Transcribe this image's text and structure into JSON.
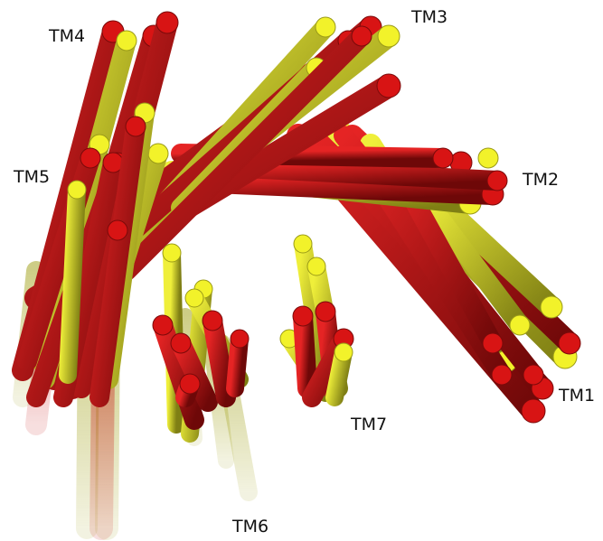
{
  "labels": {
    "tm1": "TM1",
    "tm2": "TM2",
    "tm3": "TM3",
    "tm4": "TM4",
    "tm5": "TM5",
    "tm6": "TM6",
    "tm7": "TM7"
  },
  "colors": {
    "background": "#ffffff",
    "helix_red": "#d81414",
    "helix_red_dark": "#7a0a0a",
    "helix_yellow": "#f2f22a",
    "helix_yellow_dark": "#9a9a18",
    "label_text": "#111111"
  }
}
